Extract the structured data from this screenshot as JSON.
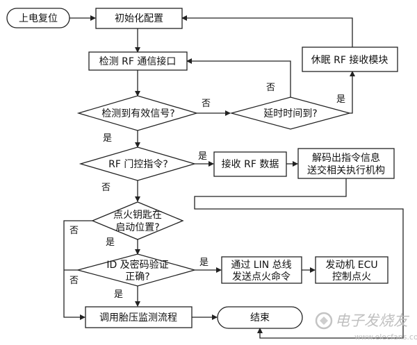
{
  "nodes": {
    "power_reset": "上电复位",
    "init_config": "初始化配置",
    "detect_rf": "检测 RF 通信接口",
    "sleep_rf": "休眠 RF 接收模块",
    "valid_signal": "检测到有效信号?",
    "delay_time": "延时时间到?",
    "rf_door_cmd": "RF 门控指令?",
    "receive_rf": "接收 RF 数据",
    "decode_line1": "解码出指令信息",
    "decode_line2": "送交相关执行机构",
    "key_line1": "点火钥匙在",
    "key_line2": "启动位置?",
    "id_line1": "ID 及密码验证",
    "id_line2": "正确?",
    "lin_line1": "通过 LIN 总线",
    "lin_line2": "发送点火命令",
    "ecu_line1": "发动机 ECU",
    "ecu_line2": "控制点火",
    "tpms": "调用胎压监测流程",
    "end": "结束"
  },
  "labels": {
    "yes": "是",
    "no": "否"
  },
  "watermark": {
    "name": "电子发烧友",
    "url": "www.elecfans.com"
  }
}
